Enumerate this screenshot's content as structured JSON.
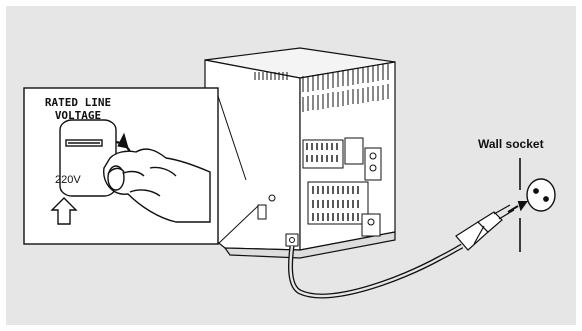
{
  "diagram": {
    "inset": {
      "title_line1": "RATED LINE",
      "title_line2": "VOLTAGE",
      "voltage_value": "220V"
    },
    "wall_socket_label": "Wall socket"
  },
  "colors": {
    "background": "#e6e6e6",
    "frame": "#ffffff",
    "line": "#111111"
  }
}
